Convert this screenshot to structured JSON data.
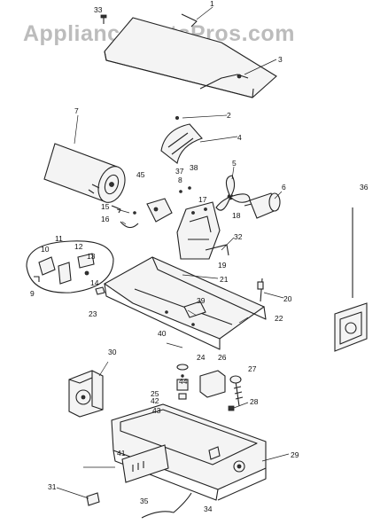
{
  "watermark": "AppliancePartsPros.com",
  "callouts": [
    "1",
    "2",
    "3",
    "4",
    "5",
    "6",
    "7",
    "8",
    "9",
    "10",
    "11",
    "12",
    "13",
    "14",
    "15",
    "16",
    "17",
    "18",
    "19",
    "20",
    "21",
    "22",
    "23",
    "24",
    "25",
    "26",
    "27",
    "28",
    "29",
    "30",
    "31",
    "32",
    "33",
    "34",
    "35",
    "36",
    "37",
    "38",
    "39",
    "40",
    "41",
    "42",
    "43",
    "44",
    "45"
  ],
  "colors": {
    "line": "#222222",
    "watermark": "#bcbcbc",
    "background": "#ffffff"
  }
}
